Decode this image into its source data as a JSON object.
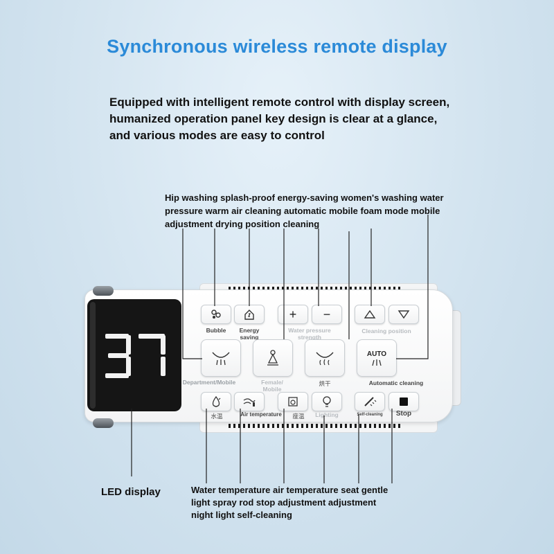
{
  "title": "Synchronous wireless remote display",
  "subtitle": "Equipped with intelligent remote control with display screen, humanized operation panel key design is clear at a glance, and various modes are easy to control",
  "top_description": "Hip washing splash-proof energy-saving women's washing water pressure warm air cleaning automatic mobile foam mode mobile adjustment drying position cleaning",
  "bottom_description": "Water temperature air temperature seat gentle light spray rod stop adjustment adjustment night light self-cleaning",
  "led_label": "LED display",
  "display_value": "37",
  "buttons": {
    "bubble": "Bubble",
    "energy": "Energy saving",
    "water_pressure": "Water pressure strength",
    "cleaning_position": "Cleaning position",
    "department": "Department/Mobile",
    "female": "Female/ Mobile",
    "dry": "烘干",
    "auto": "AUTO",
    "automatic_cleaning": "Automatic cleaning",
    "water_temp": "水温",
    "air_temp": "Air temperature",
    "seat_temp": "座温",
    "lighting": "Lighting",
    "self_cleaning": "Self-cleaning",
    "stop": "Stop",
    "plus": "+",
    "minus": "−"
  },
  "colors": {
    "title": "#2b8ad8",
    "text": "#111111",
    "screen": "#151515"
  },
  "icons": [
    "bubble-icon",
    "energy-saving-icon",
    "up-arrow-icon",
    "down-arrow-icon",
    "hip-wash-icon",
    "female-wash-icon",
    "dry-icon",
    "water-drop-icon",
    "air-icon",
    "seat-icon",
    "light-bulb-icon",
    "spray-rod-icon",
    "stop-icon"
  ]
}
